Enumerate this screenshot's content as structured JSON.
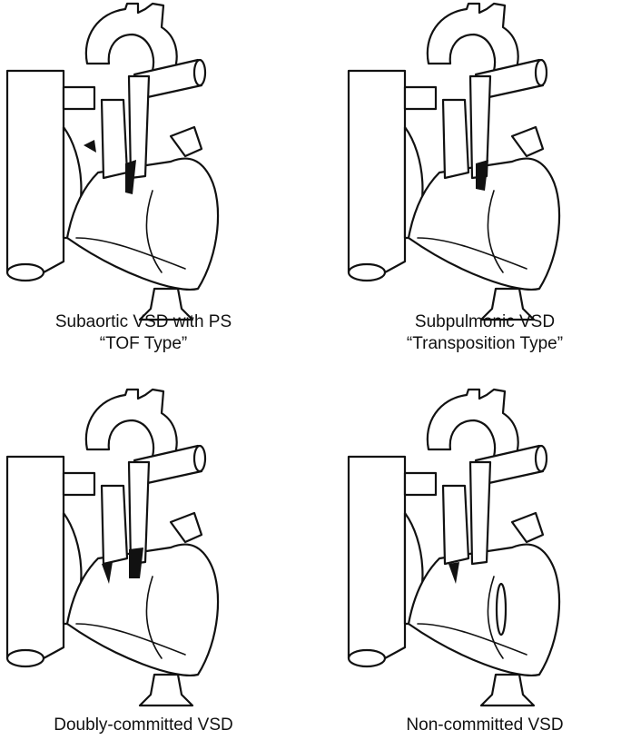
{
  "panels": [
    {
      "caption_line1": "Subaortic VSD with PS",
      "caption_line2": "“TOF Type”"
    },
    {
      "caption_line1": "Subpulmonic VSD",
      "caption_line2": "“Transposition Type”"
    },
    {
      "caption_line1": "Doubly-committed VSD",
      "caption_line2": ""
    },
    {
      "caption_line1": "Non-committed VSD",
      "caption_line2": ""
    }
  ]
}
